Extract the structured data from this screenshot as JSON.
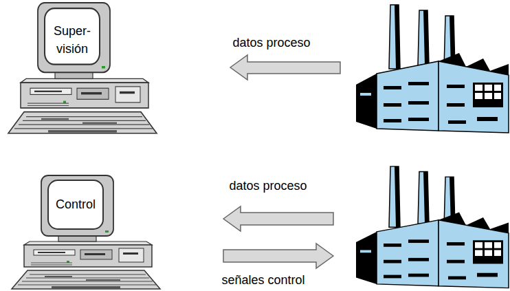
{
  "diagram": {
    "nodes": [
      {
        "text": [
          "Super- visión"
        ]
      },
      {
        "text": [
          "Control"
        ]
      }
    ],
    "labels": [
      "datos proceso",
      "datos proceso",
      "señales control"
    ]
  }
}
